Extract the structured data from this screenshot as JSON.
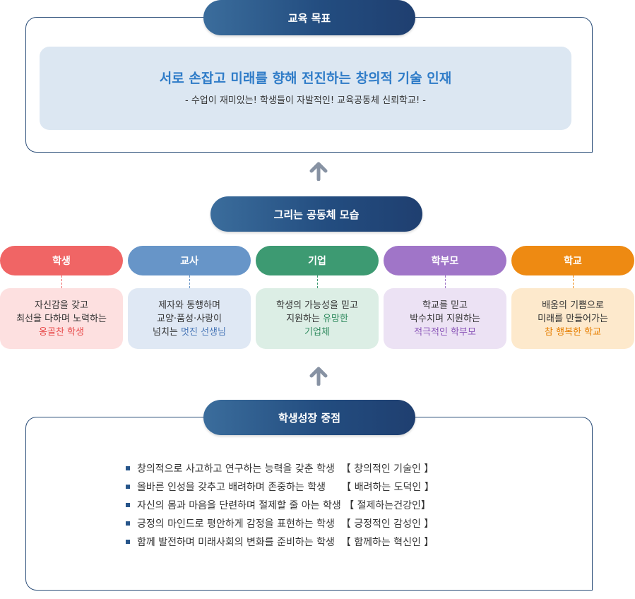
{
  "goal": {
    "header": "교육 목표",
    "title": "서로 손잡고 미래를 향해 전진하는 창의적 기술 인재",
    "subtitle": "- 수업이 재미있는! 학생들이 자발적인! 교육공동체 신뢰학교! -"
  },
  "community": {
    "header": "그리는 공동체 모습",
    "items": [
      {
        "title": "학생",
        "line1": "자신감을 갖고",
        "line2": "최선을 다하며 노력하는",
        "line3_pre": "",
        "line3_highlight": "옹골찬 학생",
        "color": "#f06565",
        "bg": "#fde0e0",
        "highlight_color": "#e84a4a"
      },
      {
        "title": "교사",
        "line1": "제자와 동행하며",
        "line2": "교양·품성·사랑이",
        "line3_pre": "넘치는 ",
        "line3_highlight": "멋진 선생님",
        "color": "#6795c8",
        "bg": "#dfe8f4",
        "highlight_color": "#4a78b8"
      },
      {
        "title": "기업",
        "line1": "학생의 가능성을 믿고",
        "line2_pre": "지원하는 ",
        "line2_highlight": "유망한",
        "line3_pre": "",
        "line3_highlight": "기업체",
        "color": "#3d9a72",
        "bg": "#dceee5",
        "highlight_color": "#2f8a5e"
      },
      {
        "title": "학부모",
        "line1": "학교를 믿고",
        "line2": "박수치며 지원하는",
        "line3_pre": "",
        "line3_highlight": "적극적인 학부모",
        "color": "#a075c8",
        "bg": "#ece2f4",
        "highlight_color": "#8a55b8"
      },
      {
        "title": "학교",
        "line1": "배움의 기쁨으로",
        "line2": "미래를 만들어가는",
        "line3_pre": "",
        "line3_highlight": "참 행복한 학교",
        "color": "#ee8a12",
        "bg": "#fde9cc",
        "highlight_color": "#e67e00"
      }
    ]
  },
  "growth": {
    "header": "학생성장 중점",
    "items": [
      {
        "text": "창의적으로 사고하고 연구하는 능력을 갖춘 학생",
        "tag": "【 창의적인 기술인 】"
      },
      {
        "text": "올바른 인성을 갖추고 배려하며 존중하는 학생",
        "tag": "【 배려하는 도덕인 】"
      },
      {
        "text": "자신의 몸과 마음을 단련하며 절제할 줄 아는 학생",
        "tag": "【 절제하는건강인】"
      },
      {
        "text": "긍정의 마인드로 평안하게 감정을 표현하는 학생",
        "tag": "【 긍정적인 감성인 】"
      },
      {
        "text": "함께 발전하며 미래사회의 변화를 준비하는 학생",
        "tag": "【 함께하는 혁신인 】"
      }
    ]
  }
}
